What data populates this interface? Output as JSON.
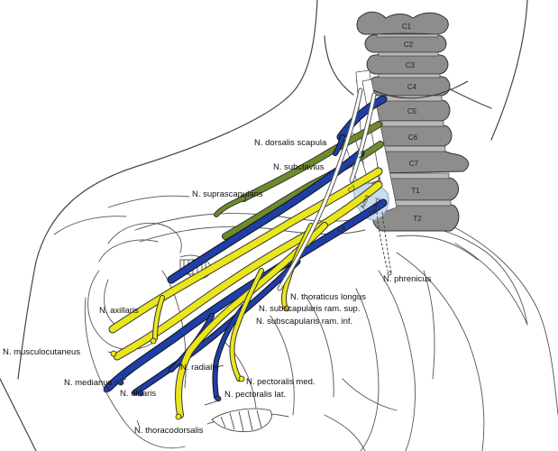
{
  "colors": {
    "vertebra": "#8d8d8d",
    "vertebra_outline": "#333333",
    "nerve_blue": "#1f3fa8",
    "nerve_yellow": "#eae61a",
    "nerve_olive": "#6e8a2a",
    "nerve_light_blue": "#c8dcf0",
    "line_art": "#444444"
  },
  "vertebrae": [
    "C1",
    "C2",
    "C3",
    "C4",
    "C5",
    "C6",
    "C7",
    "T1",
    "T2"
  ],
  "root_labels": [
    "C6",
    "C7",
    "C8",
    "T1"
  ],
  "bundle_labels": [
    "Ansa",
    "subcl."
  ],
  "labels": {
    "dorsalis_scapulae": "N. dorsalis scapula",
    "subclavius": "N. subclavius",
    "suprascapularis": "N. suprascapularis",
    "phrenicus": "N. phrenicus",
    "axillaris": "N. axillaris",
    "thoraticus_longus": "N. thoraticus longus",
    "subscapularis_sup": "N. subscapularis ram. sup.",
    "subscapularis_inf": "N. subscapularis ram. inf.",
    "musculocutaneus": "N. musculocutaneus",
    "radialis": "N. radialis",
    "pectoralis_med": "N. pectoralis med.",
    "medianus": "N. medianus",
    "ulnaris": "N. ulnaris",
    "pectoralis_lat": "N. pectoralis lat.",
    "thoracodorsalis": "N. thoracodorsalis"
  }
}
